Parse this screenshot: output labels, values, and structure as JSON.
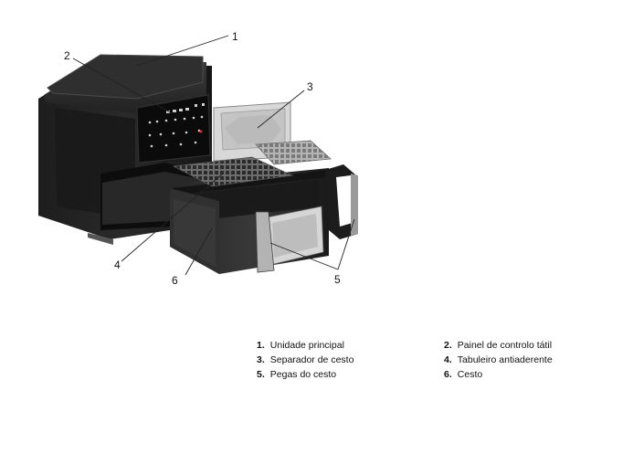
{
  "callouts": [
    "1",
    "2",
    "3",
    "4",
    "5",
    "6"
  ],
  "legend": [
    {
      "num": "1.",
      "label": "Unidade principal"
    },
    {
      "num": "2.",
      "label": "Painel de controlo tátil"
    },
    {
      "num": "3.",
      "label": "Separador de cesto"
    },
    {
      "num": "4.",
      "label": "Tabuleiro antiaderente"
    },
    {
      "num": "5.",
      "label": "Pegas do cesto"
    },
    {
      "num": "6.",
      "label": "Cesto"
    }
  ]
}
